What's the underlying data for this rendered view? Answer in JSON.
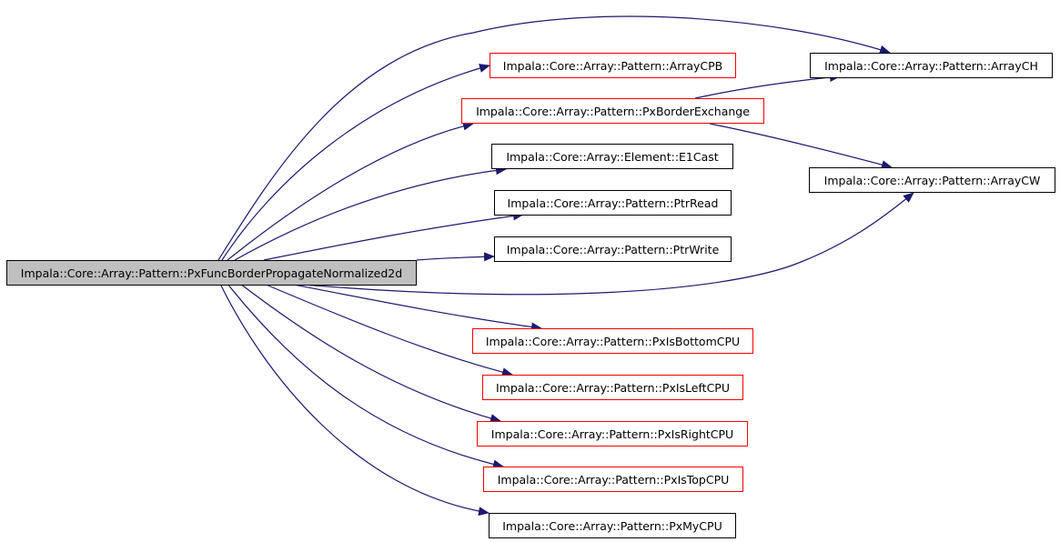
{
  "graph": {
    "edge_color": "#191970",
    "root": {
      "label": "Impala::Core::Array::Pattern::PxFuncBorderPropagateNormalized2d",
      "fill": "#bfbfbf"
    },
    "nodes": {
      "arraycpb": {
        "label": "Impala::Core::Array::Pattern::ArrayCPB",
        "border": "red"
      },
      "pxborder": {
        "label": "Impala::Core::Array::Pattern::PxBorderExchange",
        "border": "red"
      },
      "e1cast": {
        "label": "Impala::Core::Array::Element::E1Cast",
        "border": "black"
      },
      "ptrread": {
        "label": "Impala::Core::Array::Pattern::PtrRead",
        "border": "black"
      },
      "ptrwrite": {
        "label": "Impala::Core::Array::Pattern::PtrWrite",
        "border": "black"
      },
      "bottom": {
        "label": "Impala::Core::Array::Pattern::PxIsBottomCPU",
        "border": "red"
      },
      "left": {
        "label": "Impala::Core::Array::Pattern::PxIsLeftCPU",
        "border": "red"
      },
      "right": {
        "label": "Impala::Core::Array::Pattern::PxIsRightCPU",
        "border": "red"
      },
      "top": {
        "label": "Impala::Core::Array::Pattern::PxIsTopCPU",
        "border": "red"
      },
      "mycpu": {
        "label": "Impala::Core::Array::Pattern::PxMyCPU",
        "border": "black"
      },
      "arraych": {
        "label": "Impala::Core::Array::Pattern::ArrayCH",
        "border": "black"
      },
      "arraycw": {
        "label": "Impala::Core::Array::Pattern::ArrayCW",
        "border": "black"
      }
    }
  }
}
